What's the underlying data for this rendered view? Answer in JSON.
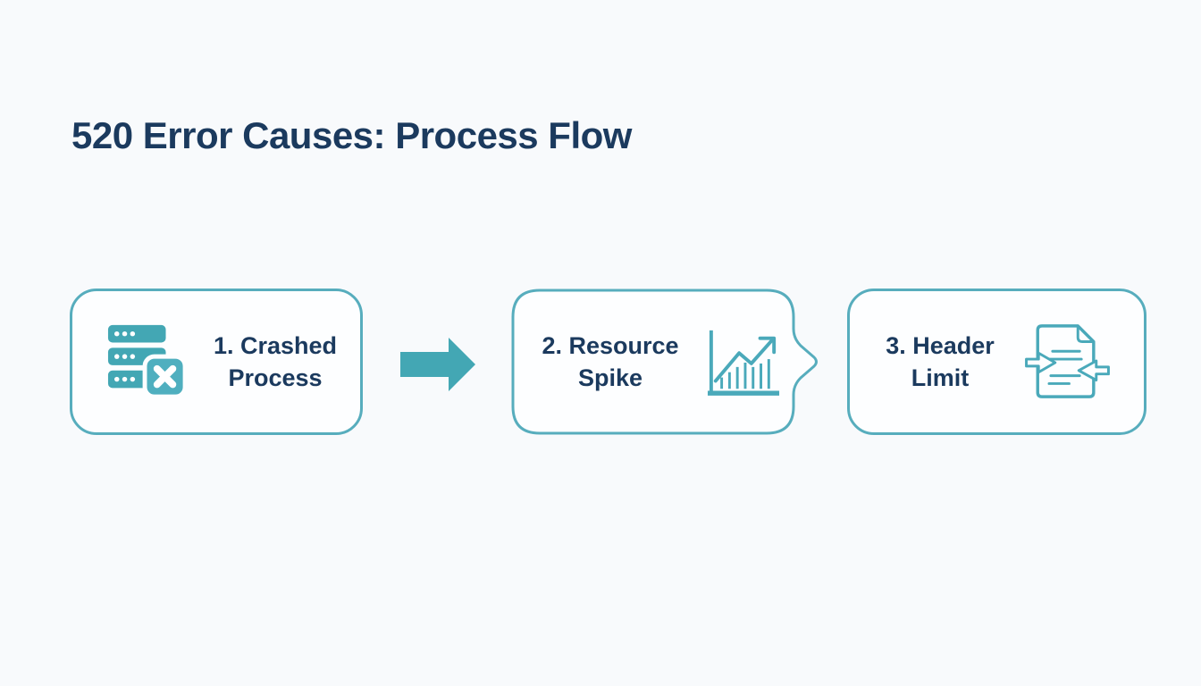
{
  "title": "520 Error Causes: Process Flow",
  "flow": {
    "steps": [
      {
        "line1": "1. Crashed",
        "line2": "Process",
        "icon": "server-crash-icon",
        "icon_side": "left",
        "shape": "rounded-rectangle"
      },
      {
        "line1": "2. Resource",
        "line2": "Spike",
        "icon": "growth-chart-icon",
        "icon_side": "right",
        "shape": "rounded-rectangle-right-pointer"
      },
      {
        "line1": "3. Header",
        "line2": "Limit",
        "icon": "document-compress-icon",
        "icon_side": "right",
        "shape": "rounded-rectangle"
      }
    ],
    "connector_icon": "arrow-right-icon"
  },
  "colors": {
    "page_background": "#f8fafc",
    "box_fill": "#fdfeff",
    "box_border_teal": "#57adbd",
    "solid_teal": "#43a7b4",
    "badge_teal": "#4fafbf",
    "outline_icon_teal": "#4aa9ba",
    "heading_navy": "#1b3a5e"
  }
}
